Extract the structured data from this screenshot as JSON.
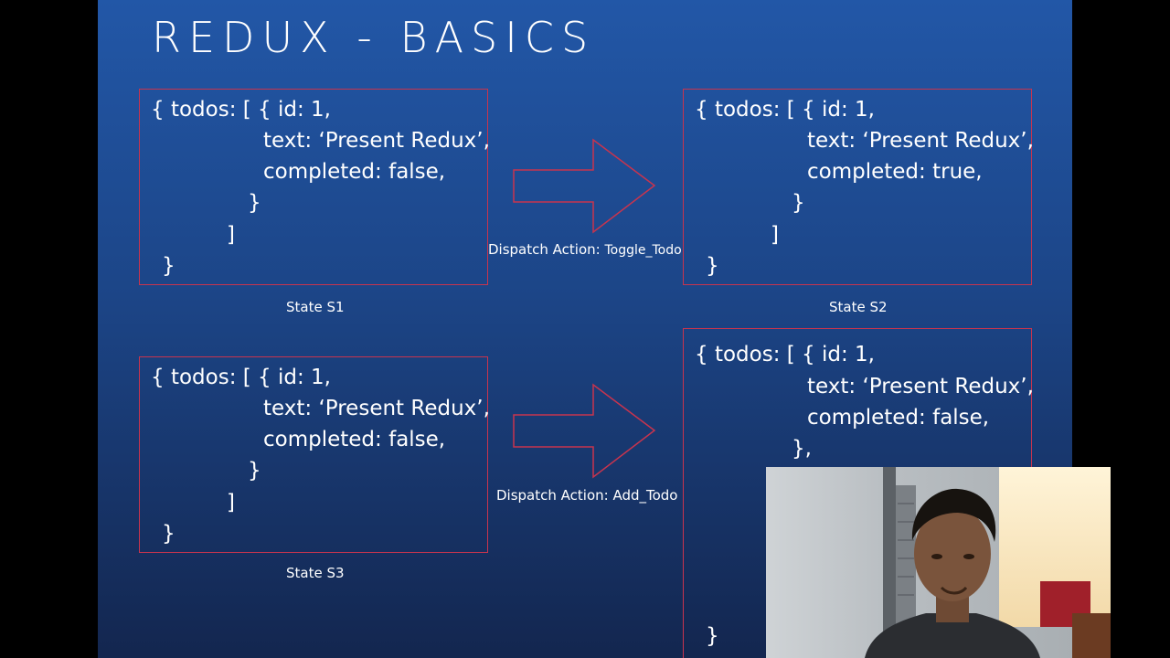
{
  "slide": {
    "title": "REDUX - BASICS",
    "state1": {
      "lines": [
        "{ todos: [ { id: 1,",
        "text: ‘Present Redux’,",
        "completed: false,",
        "}",
        "]",
        "}"
      ],
      "caption": "State S1"
    },
    "state2": {
      "lines": [
        "{ todos: [ { id: 1,",
        "text: ‘Present Redux’,",
        "completed: true,",
        "}",
        "]",
        "}"
      ],
      "caption": "State S2"
    },
    "state3": {
      "lines": [
        "{ todos: [ { id: 1,",
        "text: ‘Present Redux’,",
        "completed: false,",
        "}",
        "]",
        "}"
      ],
      "caption": "State S3"
    },
    "state4": {
      "lines": [
        "{ todos: [ { id: 1,",
        "text: ‘Present Redux’,",
        "completed: false,",
        "},",
        "}"
      ]
    },
    "action1": {
      "prefix": "Dispatch Action: ",
      "name": "Toggle_Todo"
    },
    "action2": {
      "prefix": "Dispatch Action: ",
      "name": "Add_Todo"
    }
  },
  "colors": {
    "slide_top": "#2257a7",
    "slide_bottom": "#13264f",
    "outline": "#c8344e",
    "text": "#ffffff"
  }
}
